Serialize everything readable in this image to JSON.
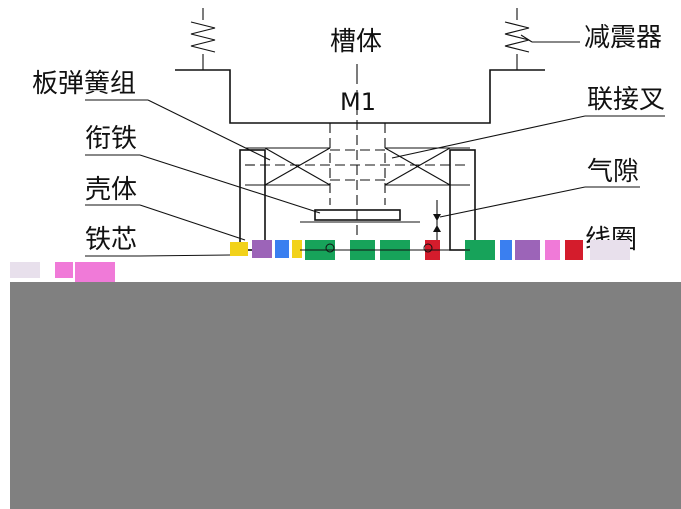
{
  "labels": {
    "tank": "槽体",
    "m1": "M1",
    "damper": "减震器",
    "leaf_spring_group": "板弹簧组",
    "connecting_fork": "联接叉",
    "armature": "衔铁",
    "air_gap": "气隙",
    "housing": "壳体",
    "coil": "线圈",
    "core": "铁芯"
  },
  "colors": {
    "line": "#111111",
    "background": "#ffffff",
    "occlusion": "#808080",
    "noise_green": "#17a35a",
    "noise_magenta": "#f07ad8",
    "noise_red": "#d41c2c",
    "noise_purple": "#9c64b8",
    "noise_blue": "#3a7ff0",
    "noise_yellow": "#f2d21a"
  }
}
